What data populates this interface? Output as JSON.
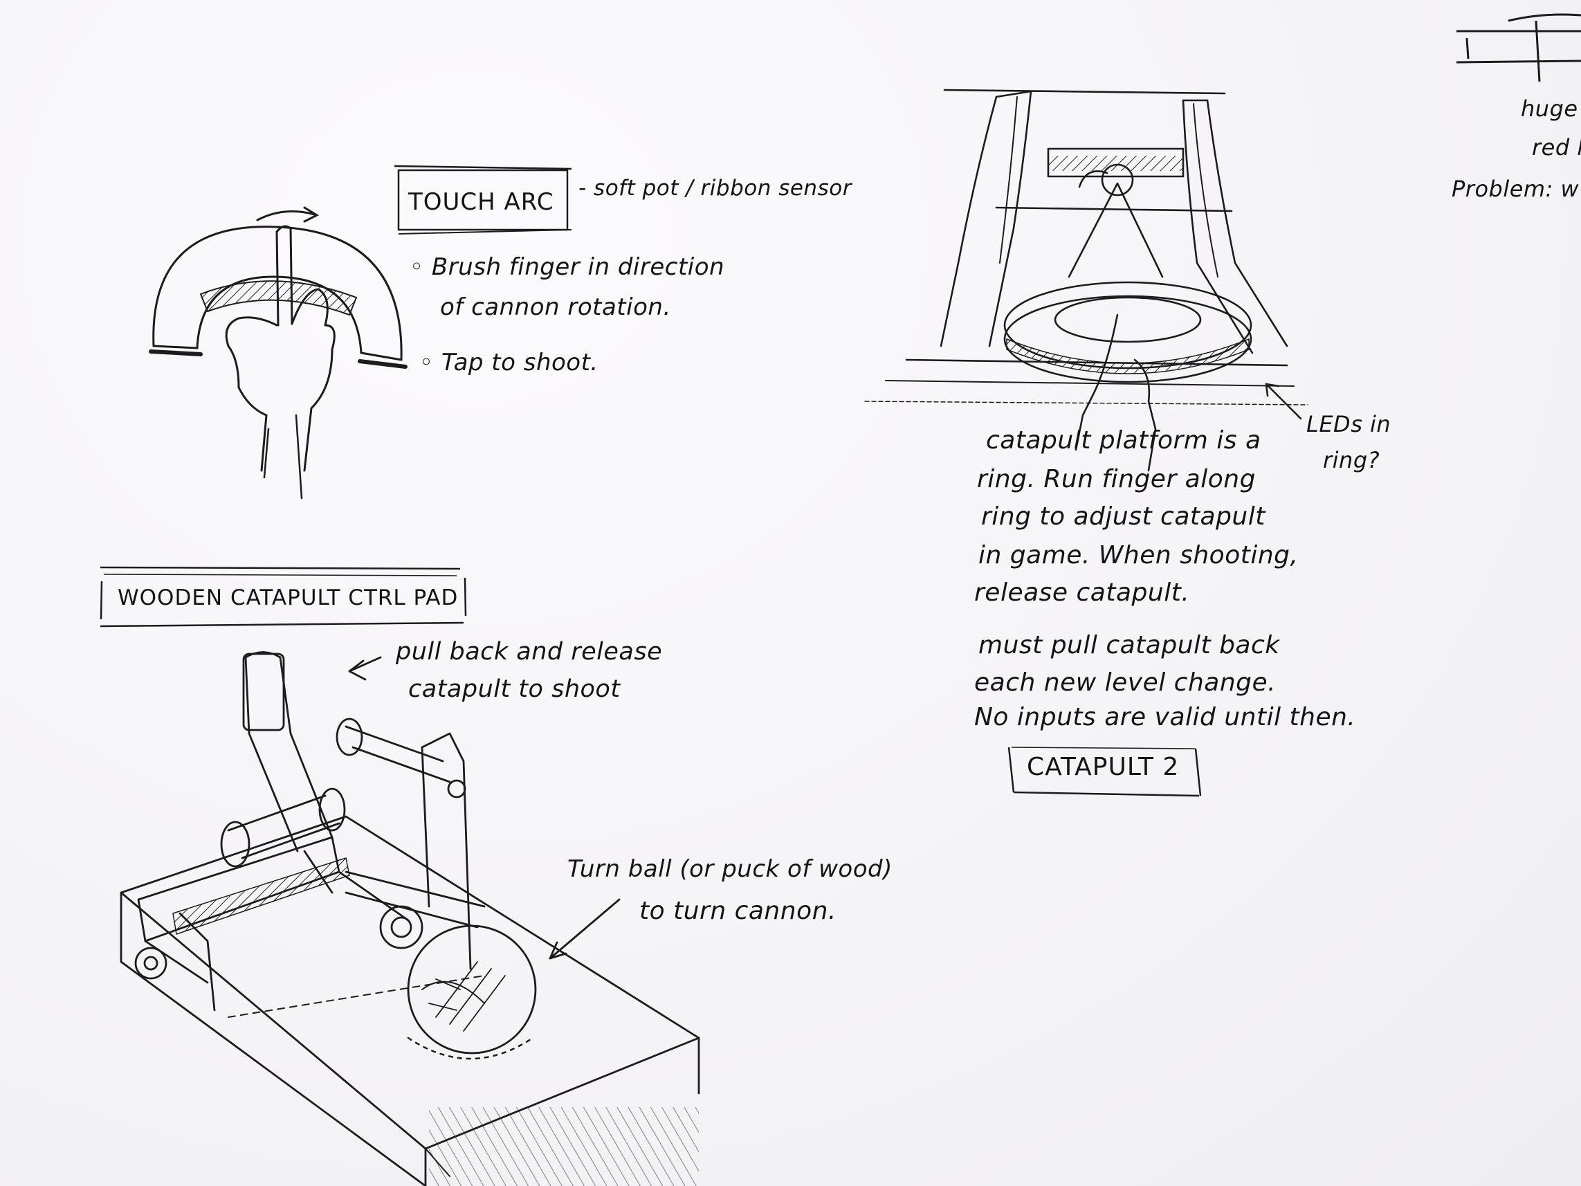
{
  "touch_arc": {
    "title": "TOUCH ARC",
    "sensor_note": "- soft pot / ribbon sensor",
    "bullets": [
      "Brush finger in direction",
      "of cannon rotation.",
      "Tap to shoot."
    ]
  },
  "catapult_2": {
    "title": "CATAPULT 2",
    "description": [
      "catapult platform is a",
      "ring. Run finger along",
      "ring to adjust catapult",
      "in game. When shooting,",
      "release catapult."
    ],
    "note": [
      "must pull catapult back",
      "each new level change.",
      "No inputs are valid until then."
    ],
    "led_note": [
      "LEDs in",
      "ring?"
    ]
  },
  "wooden_catapult": {
    "title": "WOODEN CATAPULT CTRL PAD",
    "pull_note": [
      "pull back and release",
      "catapult to shoot"
    ],
    "ball_note": [
      "Turn ball (or puck of wood)",
      "to turn cannon."
    ]
  },
  "edge_fragment": {
    "lines": [
      "huge l",
      "red l",
      "Problem: w"
    ]
  },
  "icons": {
    "hand": "hand-icon",
    "catapult": "catapult-sketch",
    "ring": "ring-platform-sketch"
  }
}
